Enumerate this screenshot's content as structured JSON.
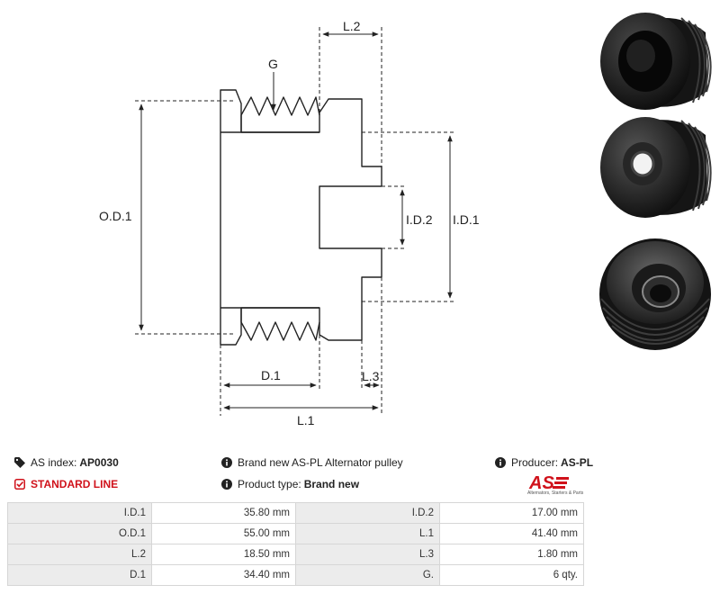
{
  "drawing": {
    "labels": {
      "g": "G",
      "l2": "L.2",
      "od1": "O.D.1",
      "id2": "I.D.2",
      "id1": "I.D.1",
      "d1": "D.1",
      "l3": "L.3",
      "l1": "L.1"
    }
  },
  "info": {
    "as_index_label": "AS index:",
    "as_index_value": "AP0030",
    "standard_line": "STANDARD LINE",
    "description": "Brand new AS-PL Alternator pulley",
    "product_type_label": "Product type:",
    "product_type_value": "Brand new",
    "producer_label": "Producer:",
    "producer_value": "AS-PL",
    "logo_text": "AS",
    "logo_tagline": "Alternators, Starters & Parts"
  },
  "specs": [
    {
      "l1": "I.D.1",
      "v1": "35.80 mm",
      "l2": "I.D.2",
      "v2": "17.00 mm"
    },
    {
      "l1": "O.D.1",
      "v1": "55.00 mm",
      "l2": "L.1",
      "v2": "41.40 mm"
    },
    {
      "l1": "L.2",
      "v1": "18.50 mm",
      "l2": "L.3",
      "v2": "1.80 mm"
    },
    {
      "l1": "D.1",
      "v1": "34.40 mm",
      "l2": "G.",
      "v2": "6 qty."
    }
  ],
  "colors": {
    "accent_red": "#d0121b",
    "line": "#222222",
    "table_label_bg": "#ececec",
    "table_border": "#d6d6d6"
  }
}
